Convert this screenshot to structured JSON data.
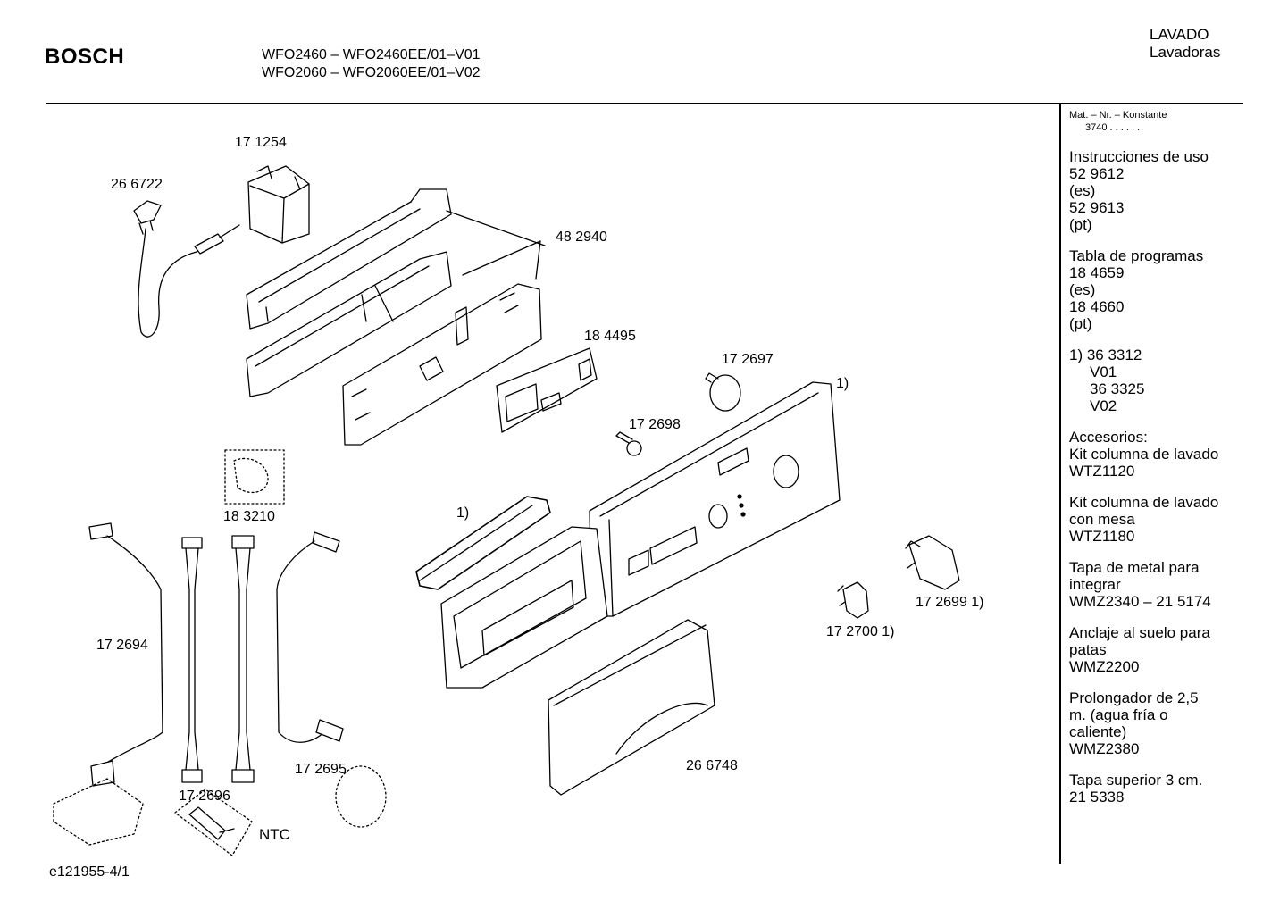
{
  "header": {
    "brand": "BOSCH",
    "model_line_1": "WFO2460 – WFO2460EE/01–V01",
    "model_line_2": "WFO2060 – WFO2060EE/01–V02",
    "category_1": "LAVADO",
    "category_2": "Lavadoras"
  },
  "sidebar": {
    "mat_header": "Mat. – Nr. – Konstante",
    "mat_value": "3740 .  .  .  .  .  .",
    "manual_title": "Instrucciones de uso",
    "manual_1": "52 9612",
    "manual_1_lang": "(es)",
    "manual_2": "52 9613",
    "manual_2_lang": "(pt)",
    "table_title": "Tabla de programas",
    "table_1": "18 4659",
    "table_1_lang": "(es)",
    "table_2": "18 4660",
    "table_2_lang": "(pt)",
    "note_1": "1) 36 3312",
    "note_1_ver": "V01",
    "note_2": "36 3325",
    "note_2_ver": "V02",
    "acc_title": "Accesorios:",
    "acc_1_name": "Kit columna de lavado",
    "acc_1_code": "WTZ1120",
    "acc_2_name_a": "Kit columna de lavado",
    "acc_2_name_b": "con mesa",
    "acc_2_code": "WTZ1180",
    "acc_3_name_a": "Tapa de metal para",
    "acc_3_name_b": "integrar",
    "acc_3_code": "WMZ2340 – 21 5174",
    "acc_4_name_a": "Anclaje al suelo para",
    "acc_4_name_b": "patas",
    "acc_4_code": "WMZ2200",
    "acc_5_name_a": "Prolongador de 2,5",
    "acc_5_name_b": "m. (agua fría o",
    "acc_5_name_c": "caliente)",
    "acc_5_code": "WMZ2380",
    "acc_6_name": "Tapa superior 3 cm.",
    "acc_6_code": "21 5338"
  },
  "parts": {
    "p171254": "17 1254",
    "p266722": "26 6722",
    "p482940": "48 2940",
    "p184495": "18 4495",
    "p172697": "17 2697",
    "p1_a": "1)",
    "p172698": "17 2698",
    "p183210": "18 3210",
    "p1_b": "1)",
    "p172694": "17 2694",
    "p172699": "17 2699 1)",
    "p172700": "17 2700 1)",
    "p266748": "26 6748",
    "p172695": "17 2695",
    "p172696": "17 2696",
    "ntc": "NTC"
  },
  "footer": {
    "drawing_id": "e121955-4/1"
  }
}
